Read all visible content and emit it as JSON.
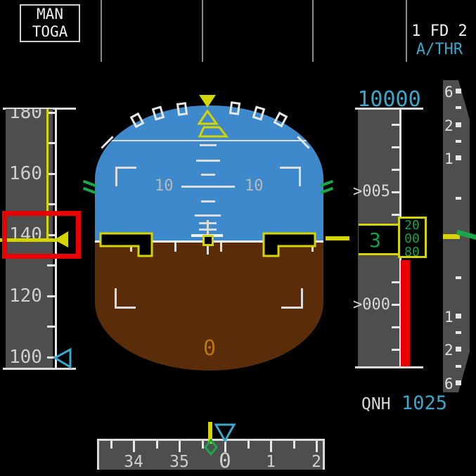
{
  "fma": {
    "man": "MAN",
    "toga": "TOGA",
    "fd": "1 FD 2",
    "athr": "A/THR"
  },
  "speed": {
    "labels": [
      "180",
      "160",
      "140",
      "120",
      "100"
    ]
  },
  "att": {
    "pitch_left": "10",
    "pitch_right": "10",
    "zero": "0"
  },
  "alt": {
    "selected": "10000",
    "upper": ">005",
    "lower": ">000",
    "readout_big": "3",
    "drum": [
      "20",
      "00",
      "80"
    ],
    "qnh_label": "QNH",
    "qnh_value": "1025"
  },
  "vsi": {
    "top": [
      "6",
      "2",
      "1"
    ],
    "bottom": [
      "1",
      "2",
      "6"
    ]
  },
  "hdg": {
    "labels": [
      "34",
      "35",
      "0",
      "1",
      "2"
    ]
  },
  "colors": {
    "sky": "#3d89cb",
    "ground": "#5a2c0a",
    "tape_gray": "#4e4e4e",
    "yellow": "#d4d400",
    "cyan": "#38a8cc",
    "green": "#18a84a",
    "digit_green": "#0aa34e",
    "red": "#e90000",
    "amber": "#b5770f",
    "white": "#e6e6e6"
  }
}
